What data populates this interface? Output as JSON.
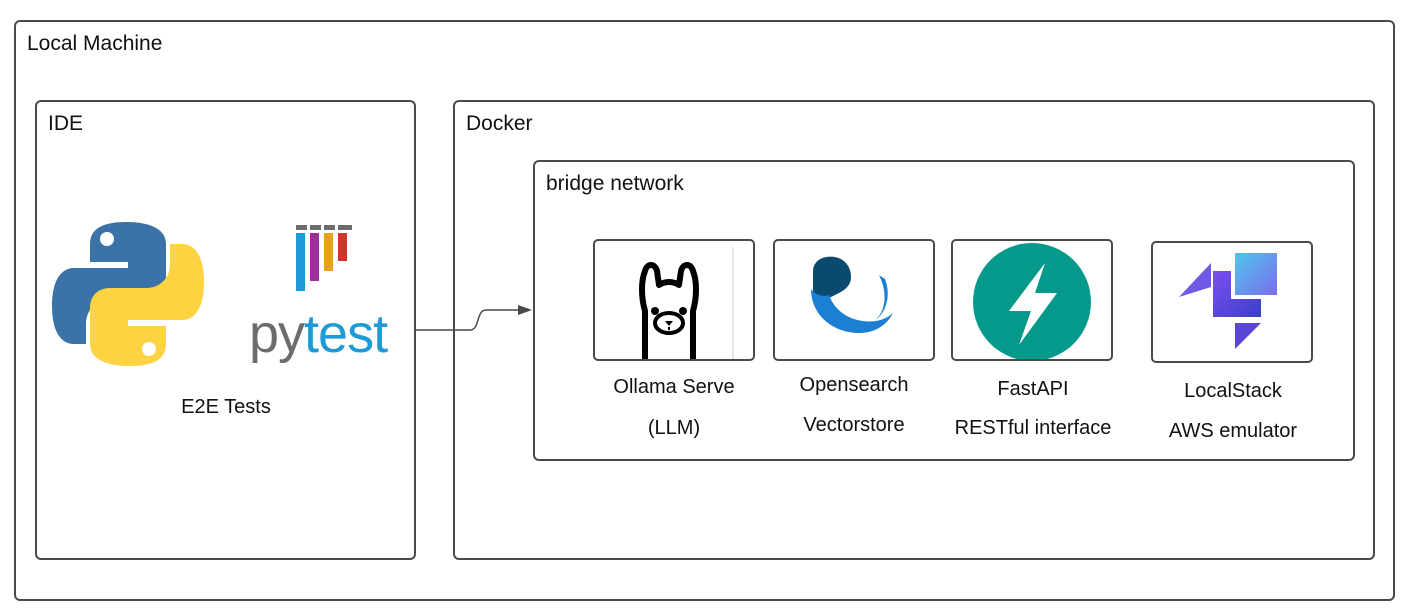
{
  "local_machine": {
    "title": "Local Machine"
  },
  "ide": {
    "title": "IDE",
    "caption": "E2E Tests",
    "pytest_logo": {
      "prefix": "py",
      "suffix": "test"
    },
    "icons": [
      "python-logo-icon",
      "pytest-logo-icon"
    ]
  },
  "docker": {
    "title": "Docker"
  },
  "bridge_network": {
    "title": "bridge network",
    "services": [
      {
        "icon": "ollama-llama-icon",
        "line1": "Ollama Serve",
        "line2": "(LLM)"
      },
      {
        "icon": "opensearch-icon",
        "line1": "Opensearch",
        "line2": "Vectorstore"
      },
      {
        "icon": "fastapi-icon",
        "line1": "FastAPI",
        "line2": "RESTful interface"
      },
      {
        "icon": "localstack-icon",
        "line1": "LocalStack",
        "line2": "AWS emulator"
      }
    ]
  },
  "colors": {
    "border": "#4a4a4a",
    "python_blue": "#3b73a8",
    "python_yellow": "#fdd342",
    "pytest_blue": "#1e9ad6",
    "pytest_gray": "#6c6c6c",
    "opensearch_dark": "#0a4a6e",
    "opensearch_light": "#1b7fd4",
    "fastapi_teal": "#05998b",
    "localstack_purple": "#5a47d8",
    "localstack_cyan": "#4fc6e8"
  }
}
